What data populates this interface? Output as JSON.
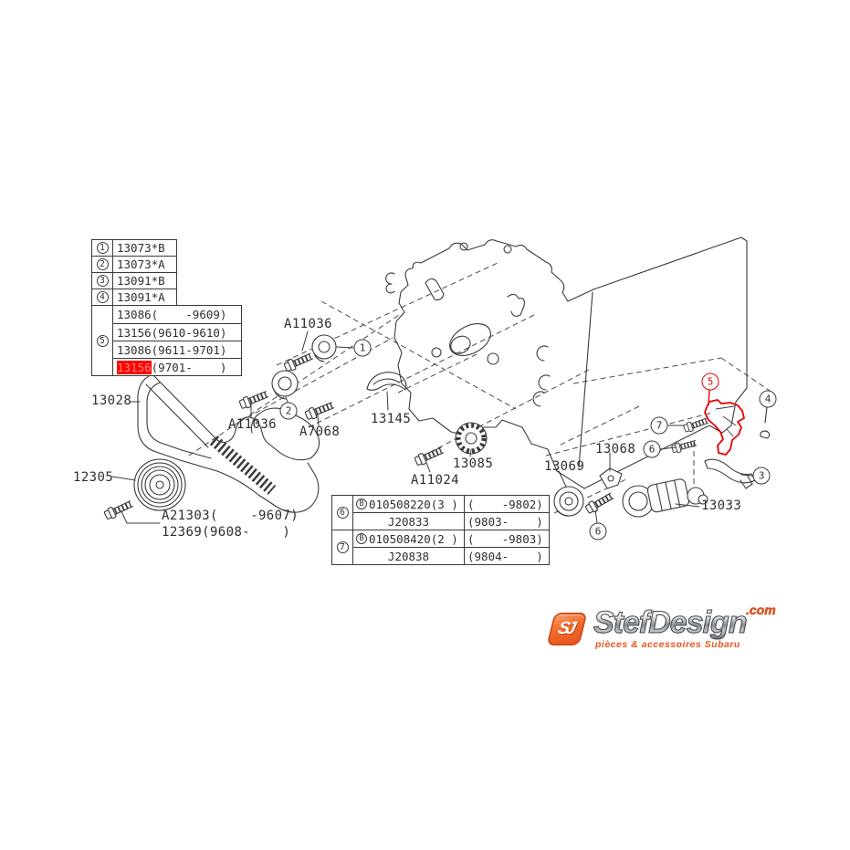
{
  "parts_table": {
    "rows": [
      {
        "num": "1",
        "text": "13073*B"
      },
      {
        "num": "2",
        "text": "13073*A"
      },
      {
        "num": "3",
        "text": "13091*B"
      },
      {
        "num": "4",
        "text": "13091*A"
      }
    ],
    "group": {
      "num": "5",
      "rows": [
        {
          "code": "13086",
          "range": "(    -9609)",
          "highlighted": false
        },
        {
          "code": "13156",
          "range": "(9610-9610)",
          "highlighted": false
        },
        {
          "code": "13086",
          "range": "(9611-9701)",
          "highlighted": false
        },
        {
          "code": "13156",
          "range": "(9701-    )",
          "highlighted": true
        }
      ]
    }
  },
  "fitment_table": {
    "groups": [
      {
        "num": "6",
        "line1": {
          "prefix": "B",
          "part": "010508220(3 )",
          "range": "(    -9802)"
        },
        "line2": {
          "part": "J20833",
          "range": "(9803-    )"
        }
      },
      {
        "num": "7",
        "line1": {
          "prefix": "B",
          "part": "010508420(2 )",
          "range": "(    -9803)"
        },
        "line2": {
          "part": "J20838",
          "range": "(9804-    )"
        }
      }
    ]
  },
  "labels": {
    "timing_belt": "13028",
    "crank_pulley": "12305",
    "crank_bolt_early": "A21303(    -9607)",
    "crank_bolt_late": "12369(9608-    )",
    "idler_bolt_upper": "A11036",
    "idler_bolt_lower": "A11036",
    "tensioner_bolt": "A7068",
    "belt_guide": "13145",
    "idler_bolt_center": "A11024",
    "cogged_idler": "13085",
    "idler_pulley": "13069",
    "bracket": "13068",
    "belt_tensioner": "13033"
  },
  "callouts": [
    {
      "n": "1"
    },
    {
      "n": "2"
    },
    {
      "n": "3"
    },
    {
      "n": "4"
    },
    {
      "n": "5"
    },
    {
      "n": "6"
    },
    {
      "n": "6"
    },
    {
      "n": "7"
    }
  ],
  "logo": {
    "monogram": "SJ",
    "name": "StefDesign",
    "tld": ".com",
    "tagline": "pièces & accessoires Subaru"
  },
  "colors": {
    "line": "#3a3a3a",
    "highlight": "#ff0000",
    "logo_orange": "#e8541f"
  }
}
